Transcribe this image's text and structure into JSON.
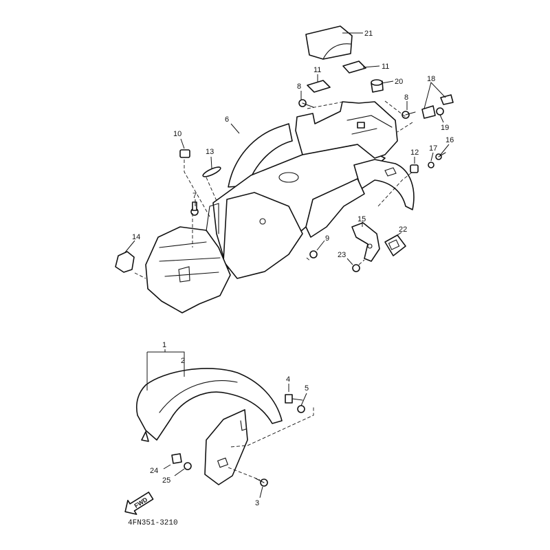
{
  "callouts": [
    {
      "id": "c1",
      "text": "1"
    },
    {
      "id": "c2",
      "text": "2"
    },
    {
      "id": "c3",
      "text": "3"
    },
    {
      "id": "c4",
      "text": "4"
    },
    {
      "id": "c5",
      "text": "5"
    },
    {
      "id": "c6",
      "text": "6"
    },
    {
      "id": "c7",
      "text": "7"
    },
    {
      "id": "c8a",
      "text": "8"
    },
    {
      "id": "c8b",
      "text": "8"
    },
    {
      "id": "c9",
      "text": "9"
    },
    {
      "id": "c10",
      "text": "10"
    },
    {
      "id": "c11a",
      "text": "11"
    },
    {
      "id": "c11b",
      "text": "11"
    },
    {
      "id": "c12",
      "text": "12"
    },
    {
      "id": "c13",
      "text": "13"
    },
    {
      "id": "c14",
      "text": "14"
    },
    {
      "id": "c15",
      "text": "15"
    },
    {
      "id": "c16",
      "text": "16"
    },
    {
      "id": "c17",
      "text": "17"
    },
    {
      "id": "c18",
      "text": "18"
    },
    {
      "id": "c19",
      "text": "19"
    },
    {
      "id": "c20",
      "text": "20"
    },
    {
      "id": "c21",
      "text": "21"
    },
    {
      "id": "c22",
      "text": "22"
    },
    {
      "id": "c23",
      "text": "23"
    },
    {
      "id": "c24",
      "text": "24"
    },
    {
      "id": "c25",
      "text": "25"
    }
  ],
  "forward_arrow_label": "FWD",
  "drawing_code": "4FN351-3210"
}
